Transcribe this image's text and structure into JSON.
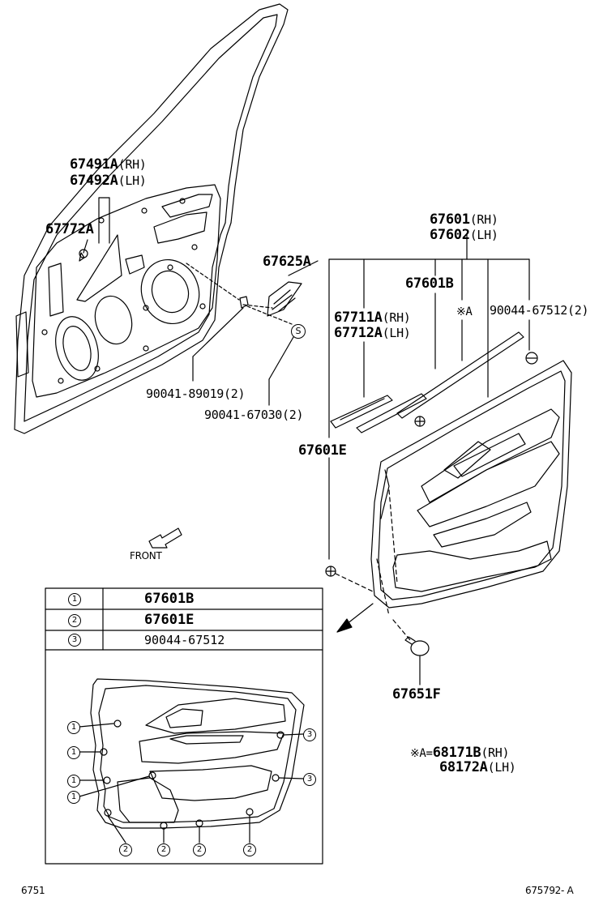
{
  "labels": {
    "p67491a": "67491A",
    "p67491a_suffix": "(RH)",
    "p67492a": "67492A",
    "p67492a_suffix": "(LH)",
    "p67772a": "67772A",
    "p67601": "67601",
    "p67601_suffix": "(RH)",
    "p67602": "67602",
    "p67602_suffix": "(LH)",
    "p67625a": "67625A",
    "p67601b": "67601B",
    "p67711a": "67711A",
    "p67711a_suffix": "(RH)",
    "p67712a": "67712A",
    "p67712a_suffix": "(LH)",
    "note_a": "※A",
    "p90044": "90044-67512",
    "p90044_suffix": "(2)",
    "s_symbol": "S",
    "p90041_89019": "90041-89019",
    "p90041_89019_suffix": "(2)",
    "p90041_67030": "90041-67030",
    "p90041_67030_suffix": "(2)",
    "p67601e": "67601E",
    "front": "FRONT",
    "p67651f": "67651F",
    "note_a_eq": "※A=",
    "p68171b": "68171B",
    "p68171b_suffix": "(RH)",
    "p68172a": "68172A",
    "p68172a_suffix": "(LH)",
    "footer_left": "6751",
    "footer_right": "675792- A"
  },
  "table": {
    "rows": [
      {
        "key": "1",
        "part": "67601B"
      },
      {
        "key": "2",
        "part": "67601E"
      },
      {
        "key": "3",
        "part": "90044-67512"
      }
    ]
  },
  "callouts": {
    "one": "1",
    "two": "2",
    "three": "3"
  }
}
